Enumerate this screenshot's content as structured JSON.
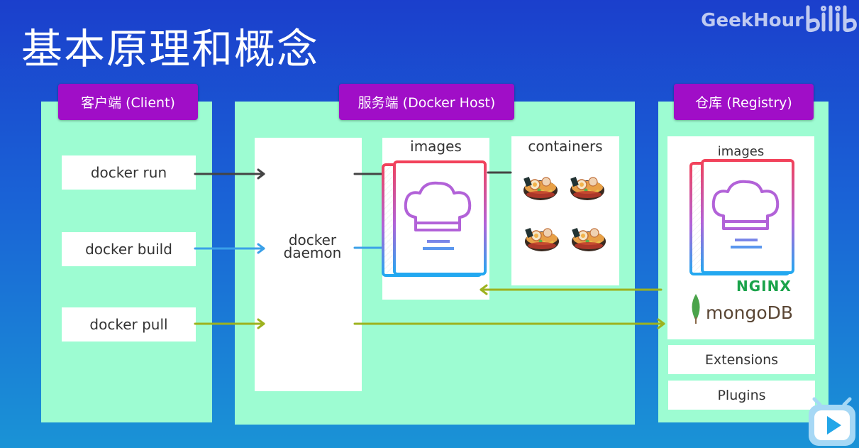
{
  "slide": {
    "title": "基本原理和概念",
    "brand": "GeekHour"
  },
  "client": {
    "tag": "客户端 (Client)",
    "commands": [
      "docker run",
      "docker build",
      "docker pull"
    ]
  },
  "host": {
    "tag": "服务端 (Docker Host)",
    "daemon_label": "docker\ndaemon",
    "images_label": "images",
    "containers_label": "containers"
  },
  "registry": {
    "tag": "仓库 (Registry)",
    "images_label": "images",
    "nginx_label": "NGINX",
    "mongodb_label": "mongoDB",
    "extensions_label": "Extensions",
    "plugins_label": "Plugins"
  },
  "colors": {
    "panel": "#9dfcd2",
    "tag": "#a00ec7",
    "arrow_run": "#444444",
    "arrow_build": "#3aa0e8",
    "arrow_pull": "#9db21e",
    "nginx": "#1aa34a",
    "mongo_leaf": "#4aa34a",
    "mongo_text": "#5a4634"
  },
  "icons": [
    "chef-hat-book-icon",
    "ramen-bowl-icon",
    "nginx-logo",
    "mongodb-leaf-icon",
    "bilibili-logo",
    "bilibili-tv-icon"
  ]
}
